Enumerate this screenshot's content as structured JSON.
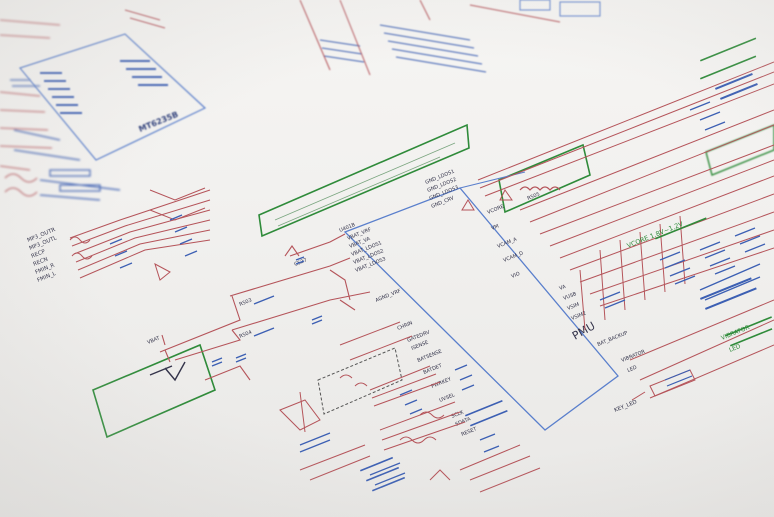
{
  "scene": {
    "colors": {
      "paper": "#f3f2f0",
      "wire_red": "#b5545a",
      "wire_blue": "#3c5fb3",
      "box_green": "#2f8b3a",
      "text_dark": "#33334a"
    }
  },
  "schematic": {
    "chip_labels": {
      "mt6235b": "MT6235B",
      "pmu": "PMU"
    },
    "ref_labels": {
      "u401b": "U401B",
      "c527": "C527",
      "r503": "R503",
      "r504": "R504",
      "r505": "R505",
      "vbat": "VBAT"
    },
    "left_signals": [
      "MP3_OUTR",
      "MP3_OUTL",
      "RECP",
      "RECN",
      "FMIN_R",
      "FMIN_L"
    ],
    "pmu_pins_left": [
      "VBAT_VRF",
      "VBAT_VA",
      "VBAT_LDOS1",
      "VBAT_LDOS2",
      "VBAT_LDOS3",
      "AGND_VRF",
      "CHRIN",
      "GATEDRV",
      "ISENSE",
      "BATSENSE",
      "BATDET",
      "PWRKEY",
      "UVSEL",
      "SCLK",
      "SDATA",
      "RESET"
    ],
    "pmu_pins_right": [
      "VCORE",
      "VM",
      "VCAM_A",
      "VCAM_D",
      "VIO",
      "VA",
      "VUSB",
      "VSIM",
      "VSIM2",
      "BAT_BACKUP",
      "VIBRATOR",
      "LED"
    ],
    "top_pins": [
      "GND_LDOS1",
      "GND_LDOS2",
      "GND_LDOS3",
      "GND_CRV"
    ],
    "right_labels": {
      "vibrator": "VIBRATOR",
      "led": "LED",
      "key_led": "KEY_LED",
      "vcore": "VCORE 1.8V~1.2V"
    }
  }
}
